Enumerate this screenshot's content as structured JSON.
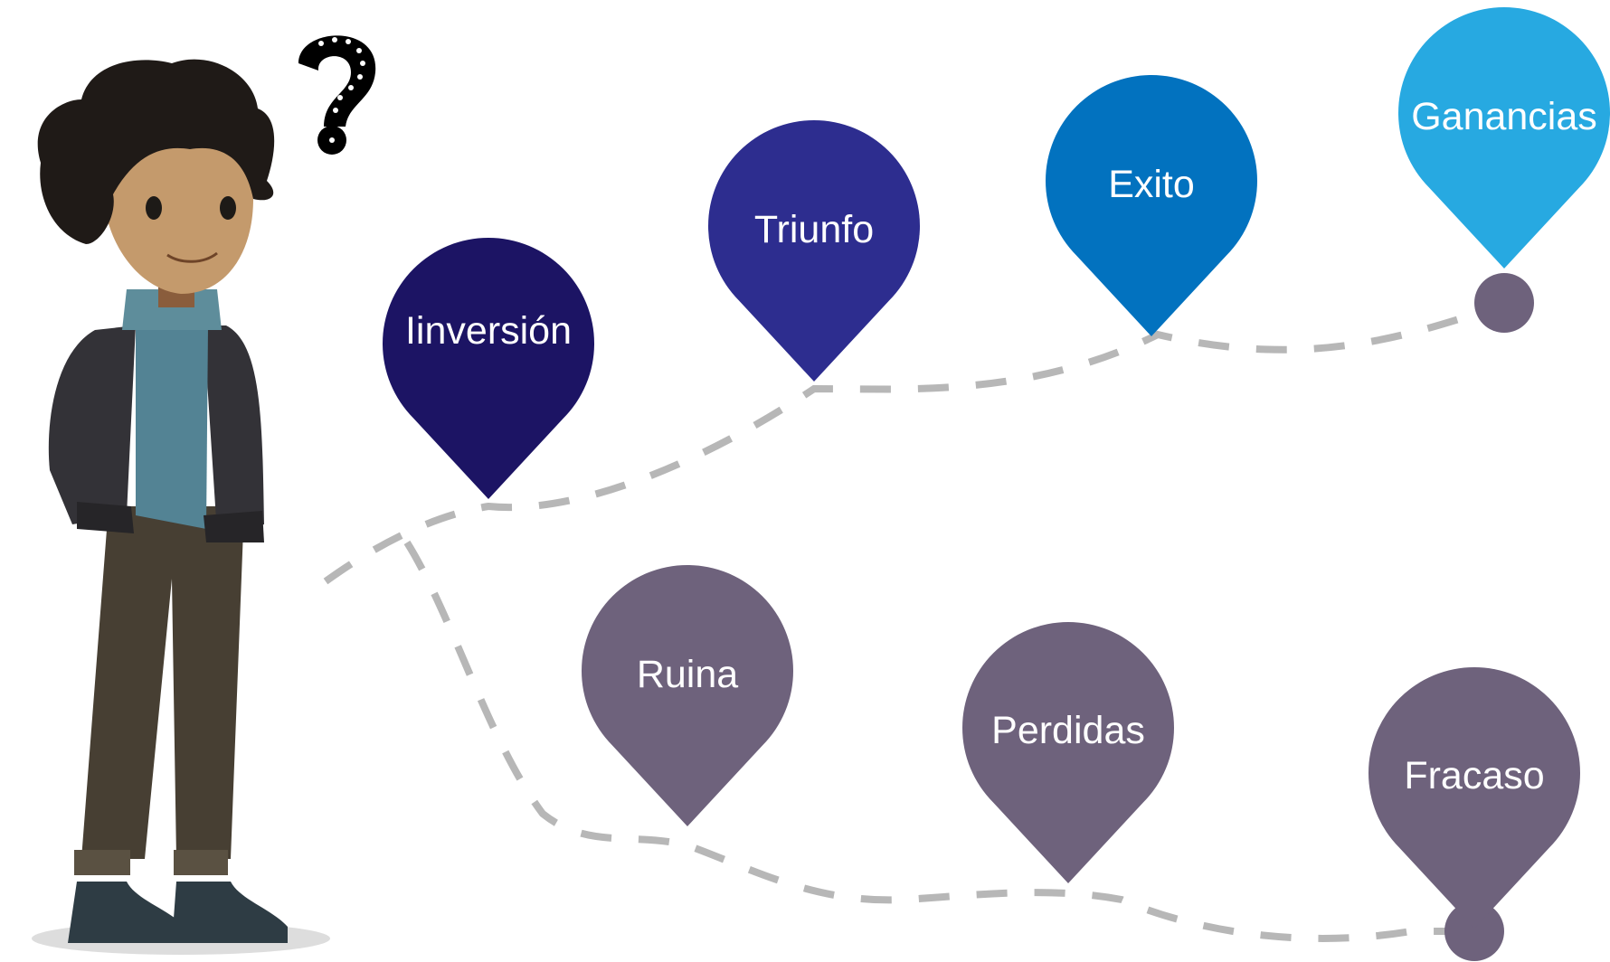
{
  "colors": {
    "path": "#b7b7b7",
    "inversion": "#1c1464",
    "triunfo": "#2d2d8f",
    "exito": "#0272bf",
    "ganancias": "#27a9e1",
    "negative": "#6e627c",
    "text": "#ffffff"
  },
  "success_branch": {
    "pins": [
      {
        "label": "Iinversión",
        "color_key": "inversion"
      },
      {
        "label": "Triunfo",
        "color_key": "triunfo"
      },
      {
        "label": "Exito",
        "color_key": "exito"
      },
      {
        "label": "Ganancias",
        "color_key": "ganancias"
      }
    ]
  },
  "failure_branch": {
    "pins": [
      {
        "label": "Ruina",
        "color_key": "negative"
      },
      {
        "label": "Perdidas",
        "color_key": "negative"
      },
      {
        "label": "Fracaso",
        "color_key": "negative"
      }
    ]
  },
  "character": {
    "icon": "thinking-person-icon",
    "question_icon": "question-mark-icon"
  }
}
